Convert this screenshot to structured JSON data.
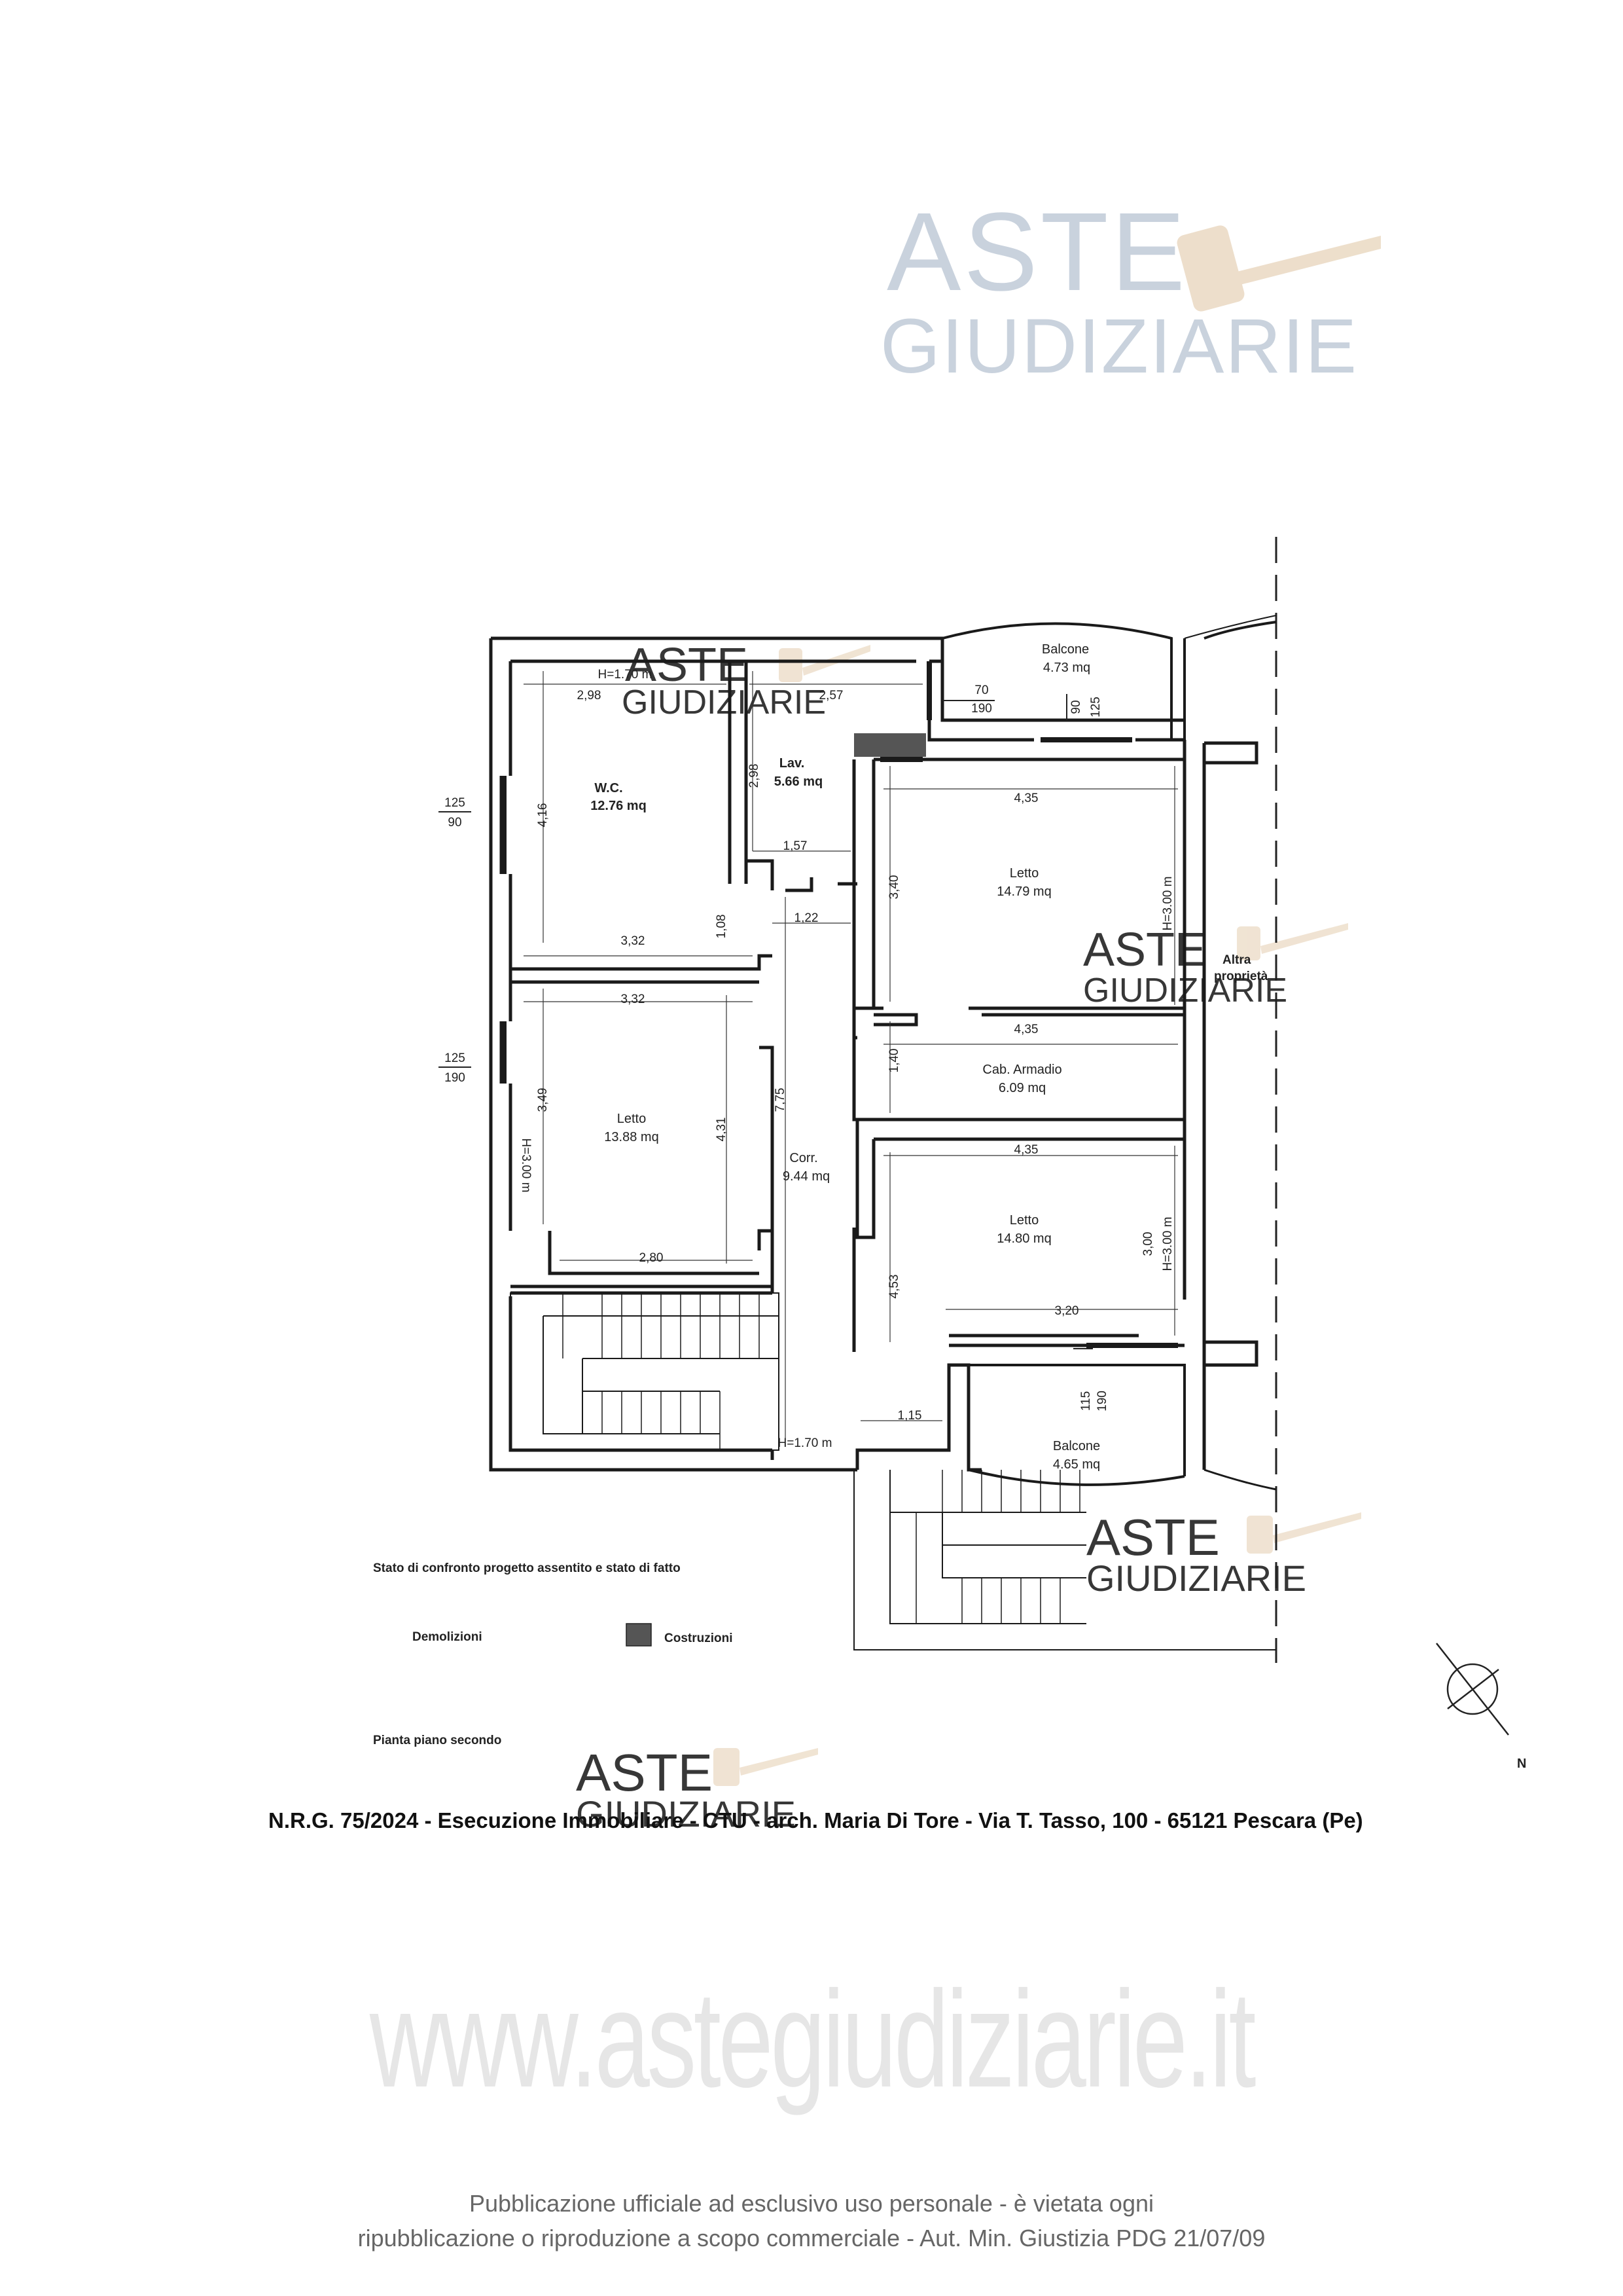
{
  "watermark": {
    "brand_top": "ASTE",
    "brand_bottom": "GIUDIZIARIE",
    "site": "www.astegiudiziarie.it"
  },
  "rooms": {
    "wc_name": "W.C.",
    "wc_area": "12.76 mq",
    "lav_name": "Lav.",
    "lav_area": "5.66 mq",
    "letto1_name": "Letto",
    "letto1_area": "14.79 mq",
    "cab_name": "Cab. Armadio",
    "cab_area": "6.09 mq",
    "letto2_name": "Letto",
    "letto2_area": "13.88 mq",
    "corr_name": "Corr.",
    "corr_area": "9.44 mq",
    "letto3_name": "Letto",
    "letto3_area": "14.80 mq",
    "balcone_top_name": "Balcone",
    "balcone_top_area": "4.73 mq",
    "balcone_bottom_name": "Balcone",
    "balcone_bottom_area": "4.65 mq",
    "altra_line1": "Altra",
    "altra_line2": "proprietà"
  },
  "dimensions": {
    "h170_top": "H=1.70 m",
    "wc_width": "2,98",
    "lav_width": "2,57",
    "w70": "70",
    "w190_top": "190",
    "w90_balc": "90",
    "w125_balc": "125",
    "wc_height": "4,16",
    "lav_height": "2,98",
    "letto1_width": "4,35",
    "h300_right": "H=3.00 m",
    "w125_left1": "125",
    "w90_left1": "90",
    "lav_small": "1,57",
    "letto1_height": "3,40",
    "corr_small": "1,22",
    "wc_bottom": "3,32",
    "door_108": "1,08",
    "letto2_top": "3,32",
    "cab_width": "4,35",
    "w125_left2": "125",
    "w190_left2": "190",
    "cab_height": "1,40",
    "letto2_height": "3,49",
    "letto2_inner": "4,31",
    "corr_length": "7,75",
    "h300_left": "H=3.00 m",
    "letto3_width": "4,35",
    "letto3_side": "3,00",
    "h300_right2": "H=3.00 m",
    "letto2_bottom": "2,80",
    "letto3_height": "4,53",
    "letto3_bottom": "3,20",
    "w115": "115",
    "w190_bottom": "190",
    "corr_bottom": "1,15",
    "h170_bottom": "H=1.70 m"
  },
  "legend": {
    "title": "Stato di confronto progetto assentito e stato di fatto",
    "demolizioni": "Demolizioni",
    "costruzioni": "Costruzioni",
    "plan_title": "Pianta piano secondo",
    "north": "N"
  },
  "document": {
    "header": "N.R.G. 75/2024 - Esecuzione Immobiliare - CTU - arch. Maria Di Tore - Via T. Tasso, 100 - 65121 Pescara (Pe)"
  },
  "footer": {
    "line1": "Pubblicazione ufficiale ad esclusivo uso personale - è vietata ogni",
    "line2": "ripubblicazione o riproduzione a scopo commerciale - Aut. Min. Giustizia PDG 21/07/09"
  },
  "colors": {
    "wall": "#1a1a1a",
    "watermark": "#c9d2dd",
    "gavel": "#ead9c2",
    "costruzioni_fill": "#555555"
  }
}
